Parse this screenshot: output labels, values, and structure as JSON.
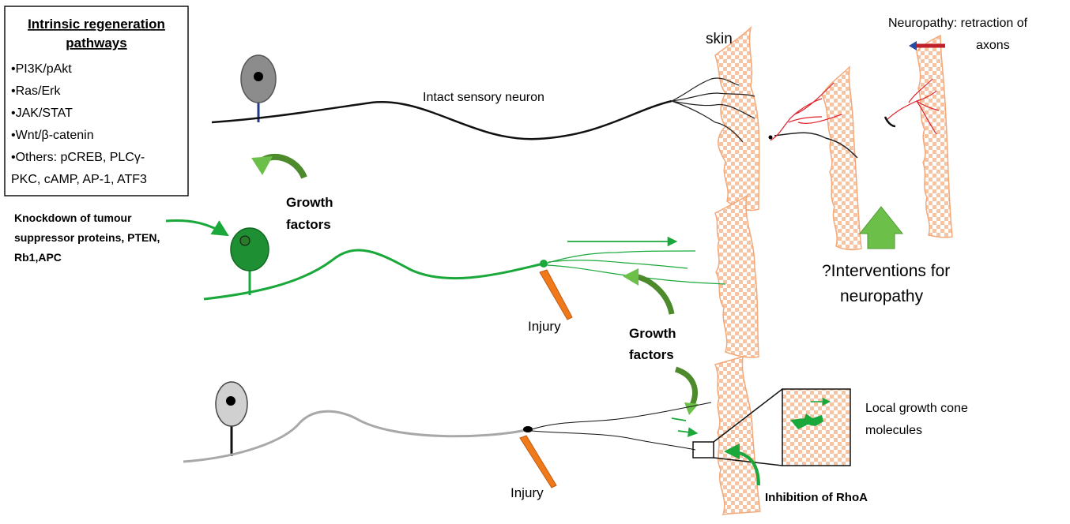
{
  "pathways_box": {
    "title_line1": "Intrinsic regeneration",
    "title_line2": "pathways",
    "items": [
      "•PI3K/pAkt",
      "•Ras/Erk",
      "•JAK/STAT",
      "•Wnt/β-catenin",
      "•Others: pCREB,  PLCγ-",
      "PKC, cAMP, AP-1, ATF3"
    ]
  },
  "labels": {
    "skin": "skin",
    "intact_neuron": "Intact sensory  neuron",
    "neuropathy_line1": "Neuropathy: retraction of",
    "neuropathy_line2": "axons",
    "growth_factors_top_line1": "Growth",
    "growth_factors_top_line2": "factors",
    "knockdown_line1": "Knockdown of tumour",
    "knockdown_line2": "suppressor proteins, PTEN,",
    "knockdown_line3": "Rb1,APC",
    "interventions_line1": "?Interventions for",
    "interventions_line2": "neuropathy",
    "injury_top": "Injury",
    "growth_factors_mid_line1": "Growth",
    "growth_factors_mid_line2": "factors",
    "local_growth_line1": "Local growth cone",
    "local_growth_line2": "molecules",
    "injury_bottom": "Injury",
    "inhibition": "Inhibition of RhoA"
  },
  "colors": {
    "green_neuron": "#1aa83a",
    "green_arrow": "#6cc04a",
    "skin_orange": "#f4a97a",
    "injury_orange": "#f07a1a",
    "red_axon": "#e0202a",
    "grey_neuron": "#a8a8a8"
  }
}
